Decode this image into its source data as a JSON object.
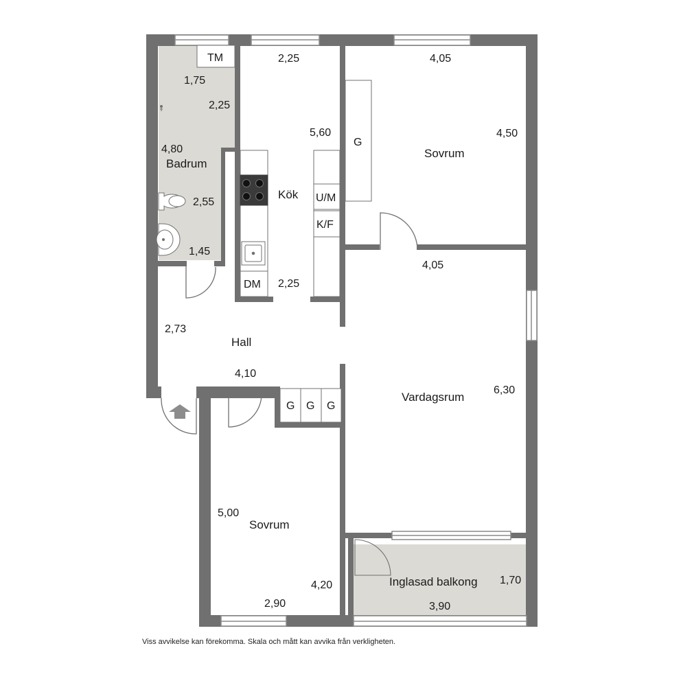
{
  "rooms": {
    "badrum": "Badrum",
    "kok": "Kök",
    "sovrum_top": "Sovrum",
    "hall": "Hall",
    "vardagsrum": "Vardagsrum",
    "sovrum_bottom": "Sovrum",
    "balkong": "Inglasad balkong"
  },
  "fixtures": {
    "tm": "TM",
    "dm": "DM",
    "um": "U/M",
    "kf": "K/F",
    "wardrobe_g": "G"
  },
  "dimensions": {
    "badrum_top": "1,75",
    "badrum_upper_width": "2,25",
    "badrum_length": "4,80",
    "badrum_mid": "2,55",
    "badrum_bottom": "1,45",
    "kok_top": "2,25",
    "kok_length": "5,60",
    "kok_bottom": "2,25",
    "sovrum_top_width": "4,05",
    "sovrum_top_depth": "4,50",
    "vardagsrum_width": "4,05",
    "vardagsrum_depth": "6,30",
    "hall_depth": "2,73",
    "hall_width": "4,10",
    "sovrum_bottom_depth": "5,00",
    "sovrum_bottom_side": "4,20",
    "sovrum_bottom_width": "2,90",
    "balkong_depth": "1,70",
    "balkong_width": "3,90"
  },
  "disclaimer": "Viss avvikelse kan förekomma. Skala och mått kan avvika från verkligheten.",
  "colors": {
    "wall": "#707070",
    "wet_room_floor": "#dcdad5",
    "balcony_floor": "#dcdad5",
    "window_frame": "#8a8a8a",
    "entrance_arrow": "#8c8c8c"
  }
}
